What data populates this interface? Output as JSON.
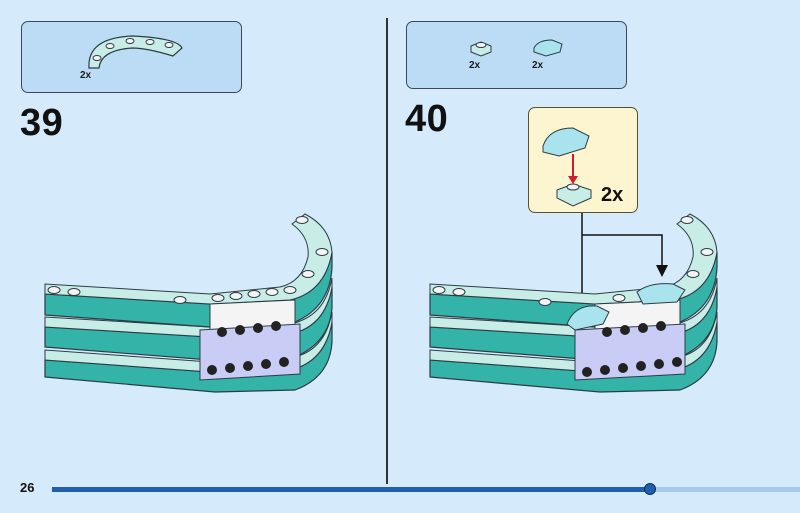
{
  "page": {
    "number": "26",
    "progress_fraction": 0.8
  },
  "steps": [
    {
      "number": "39",
      "parts": [
        {
          "qty": "2x",
          "part": "curved-plate"
        }
      ]
    },
    {
      "number": "40",
      "parts": [
        {
          "qty": "2x",
          "part": "plate-1x1-round-stud"
        },
        {
          "qty": "2x",
          "part": "slope-curved-trans"
        }
      ],
      "callout": {
        "qty": "2x"
      }
    }
  ],
  "colors": {
    "background": "#d5eafb",
    "parts_box": "#bcdcf5",
    "callout_box": "#fdf5cf",
    "teal_brick": "#34b3a8",
    "light_aqua": "#c8ece6",
    "white_brick": "#f4f4f4",
    "lavender": "#c9ccf5",
    "trans_light_blue": "#a9e3ee",
    "arrow_red": "#d21a2a",
    "progress_blue": "#1f5fae"
  }
}
